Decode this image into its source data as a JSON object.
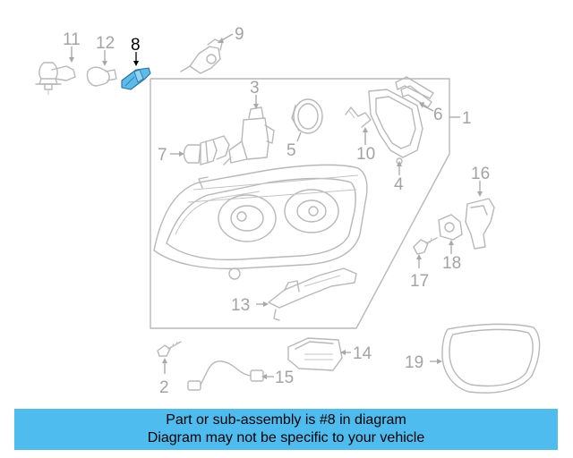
{
  "diagram": {
    "callouts": {
      "c1": "1",
      "c2": "2",
      "c3": "3",
      "c4": "4",
      "c5": "5",
      "c6": "6",
      "c7": "7",
      "c8": "8",
      "c9": "9",
      "c10": "10",
      "c11": "11",
      "c12": "12",
      "c13": "13",
      "c14": "14",
      "c15": "15",
      "c16": "16",
      "c17": "17",
      "c18": "18",
      "c19": "19"
    },
    "highlighted_part": "8",
    "colors": {
      "highlight_part": "#5bbbea",
      "line_art": "#b8b8b8",
      "banner": "#4fbcf0"
    }
  },
  "banner": {
    "line1": "Part or sub-assembly is #8 in diagram",
    "line2": "Diagram may not be specific to your vehicle"
  }
}
